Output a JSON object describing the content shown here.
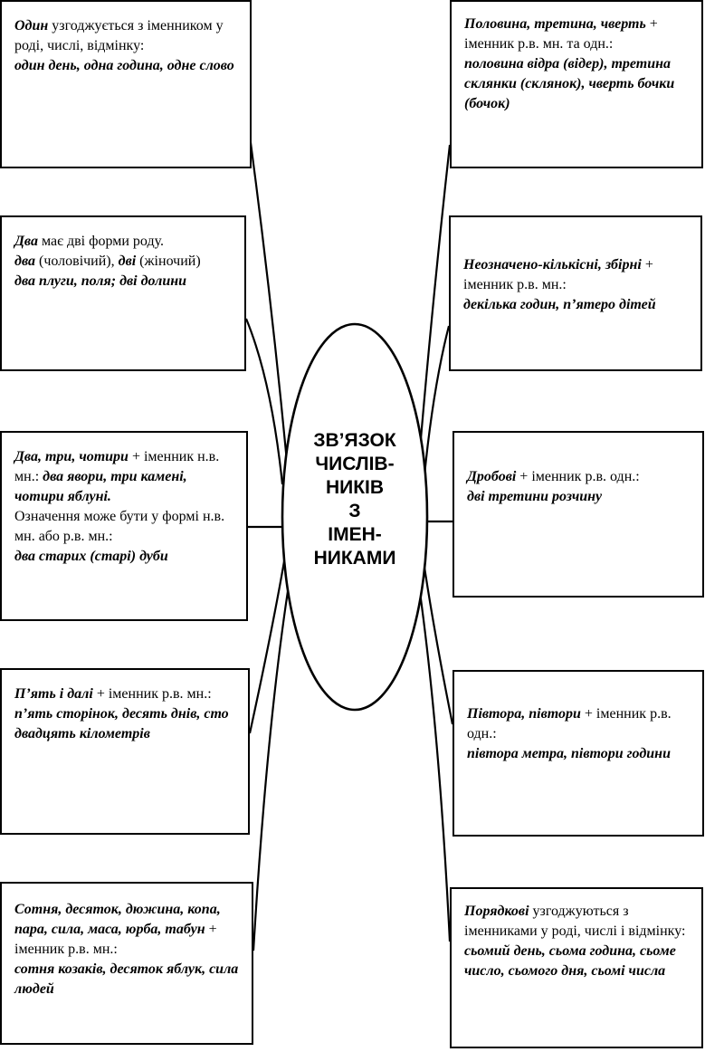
{
  "center": {
    "title": "ЗВ’ЯЗОК\nЧИСЛІВ-\nНИКІВ\nЗ\nІМЕН-\nНИКАМИ"
  },
  "boxes": {
    "l1": {
      "lead": "Один",
      "text": " узгоджується з іменником у роді, числі, відмінку:",
      "example": "один день, одна година, одне слово"
    },
    "l2": {
      "lead": "Два",
      "text": " має дві форми роду.",
      "line2_a": "два",
      "line2_b": " (чоловічий), ",
      "line2_c": "дві",
      "line2_d": " (жіночий)",
      "example": "два плуги, поля; дві долини"
    },
    "l3": {
      "lead": "Два, три, чотири",
      "text": " + іменник н.в. мн.: ",
      "example_inline": "два явори, три камені, чотири яблуні.",
      "text2": "Означення може бути у формі н.в. мн. або р.в. мн.:",
      "example": "два старих (старі) дуби"
    },
    "l4": {
      "lead": "П’ять і далі",
      "text": " + іменник р.в. мн.:",
      "example": "п’ять сторінок, десять днів, сто двадцять кілометрів"
    },
    "l5": {
      "lead": "Сотня, десяток, дюжина, копа, пара, сила, маса, юрба, табун",
      "text": " + іменник р.в. мн.:",
      "example": "сотня козаків, десяток яблук, сила людей"
    },
    "r1": {
      "lead": "Половина, третина, чверть",
      "text": " + іменник р.в. мн. та одн.:",
      "example": "половина відра (відер), третина склянки (склянок), чверть бочки (бочок)"
    },
    "r2": {
      "lead": "Неозначено-кількісні, збірні",
      "text": " + іменник р.в. мн.:",
      "example": "декілька годин, п’ятеро дітей"
    },
    "r3": {
      "lead": "Дробові",
      "text": " + іменник р.в. одн.:",
      "example": "дві третини розчину"
    },
    "r4": {
      "lead": "Півтора, півтори",
      "text": " + іменник р.в. одн.:",
      "example": "півтора метра, півтори години"
    },
    "r5": {
      "lead": "Порядкові",
      "text": " узгоджуються з іменниками у роді, числі і відмінку:",
      "example": "сьомий день, сьома година, сьоме число, сьомого дня, сьомі числа"
    }
  }
}
